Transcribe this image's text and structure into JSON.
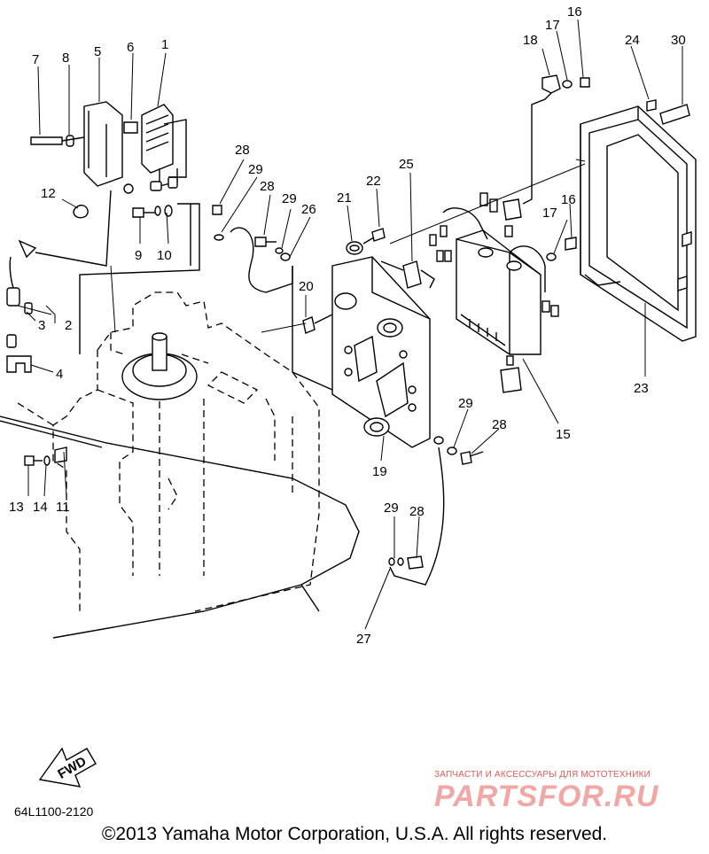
{
  "diagram": {
    "callouts": [
      {
        "id": "c1",
        "text": "1"
      },
      {
        "id": "c2",
        "text": "2"
      },
      {
        "id": "c3",
        "text": "3"
      },
      {
        "id": "c4",
        "text": "4"
      },
      {
        "id": "c5",
        "text": "5"
      },
      {
        "id": "c6",
        "text": "6"
      },
      {
        "id": "c7",
        "text": "7"
      },
      {
        "id": "c8",
        "text": "8"
      },
      {
        "id": "c9",
        "text": "9"
      },
      {
        "id": "c10",
        "text": "10"
      },
      {
        "id": "c11",
        "text": "11"
      },
      {
        "id": "c12",
        "text": "12"
      },
      {
        "id": "c13",
        "text": "13"
      },
      {
        "id": "c14",
        "text": "14"
      },
      {
        "id": "c15",
        "text": "15"
      },
      {
        "id": "c16a",
        "text": "16"
      },
      {
        "id": "c16b",
        "text": "16"
      },
      {
        "id": "c17a",
        "text": "17"
      },
      {
        "id": "c17b",
        "text": "17"
      },
      {
        "id": "c18",
        "text": "18"
      },
      {
        "id": "c19",
        "text": "19"
      },
      {
        "id": "c20",
        "text": "20"
      },
      {
        "id": "c21",
        "text": "21"
      },
      {
        "id": "c22",
        "text": "22"
      },
      {
        "id": "c23",
        "text": "23"
      },
      {
        "id": "c24",
        "text": "24"
      },
      {
        "id": "c25",
        "text": "25"
      },
      {
        "id": "c26",
        "text": "26"
      },
      {
        "id": "c27",
        "text": "27"
      },
      {
        "id": "c28a",
        "text": "28"
      },
      {
        "id": "c28b",
        "text": "28"
      },
      {
        "id": "c28c",
        "text": "28"
      },
      {
        "id": "c28d",
        "text": "28"
      },
      {
        "id": "c29a",
        "text": "29"
      },
      {
        "id": "c29b",
        "text": "29"
      },
      {
        "id": "c29c",
        "text": "29"
      },
      {
        "id": "c29d",
        "text": "29"
      },
      {
        "id": "c30",
        "text": "30"
      }
    ],
    "fwd_label": "FWD",
    "diagram_code": "64L1100-2120",
    "copyright": "©2013 Yamaha Motor Corporation, U.S.A. All rights reserved."
  },
  "watermark": {
    "tagline": "ЗАПЧАСТИ И АКСЕССУАРЫ ДЛЯ МОТОТЕХНИКИ",
    "logo": "PARTSFOR.RU",
    "color": "#e05a5a"
  }
}
